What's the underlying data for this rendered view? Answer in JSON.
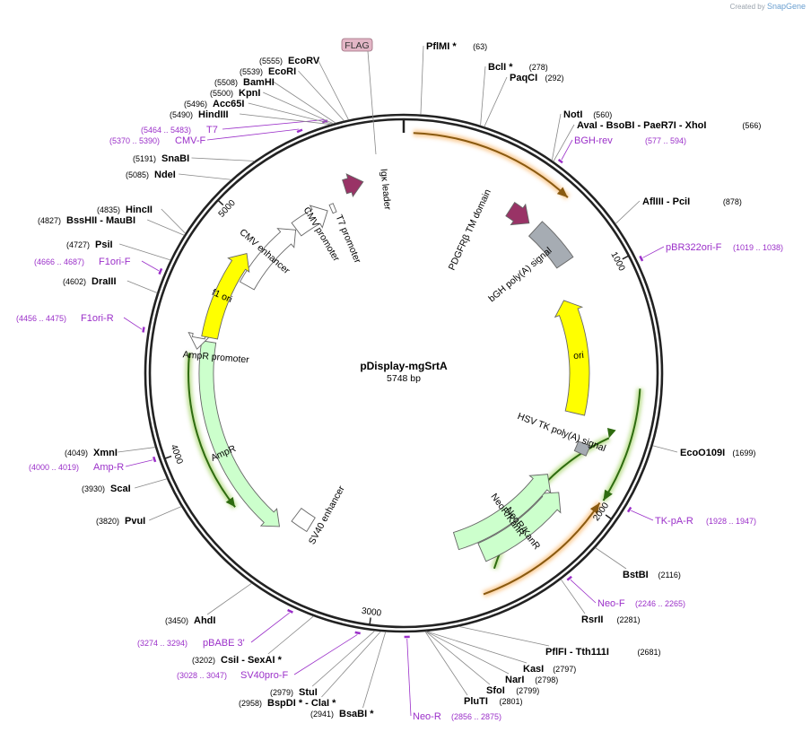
{
  "credit": {
    "created_by": "Created by",
    "brand": "SnapGene"
  },
  "plasmid": {
    "name": "pDisplay-mgSrtA",
    "size": "5748 bp"
  },
  "ticks": [
    "1000",
    "2000",
    "3000",
    "4000",
    "5000"
  ],
  "flag_label": "FLAG",
  "enzymes": [
    {
      "pos": 63,
      "name": "PflMI *",
      "num": "(63)"
    },
    {
      "pos": 278,
      "name": "BclI *",
      "num": "(278)"
    },
    {
      "pos": 292,
      "name": "PaqCI",
      "num": "(292)"
    },
    {
      "pos": 560,
      "name": "NotI",
      "num": "(560)"
    },
    {
      "pos": 566,
      "name": "AvaI - BsoBI - PaeR7I - XhoI",
      "num": "(566)"
    },
    {
      "pos": 878,
      "name": "AflIII - PciI",
      "num": "(878)"
    },
    {
      "pos": 1699,
      "name": "EcoO109I",
      "num": "(1699)"
    },
    {
      "pos": 2116,
      "name": "BstBI",
      "num": "(2116)"
    },
    {
      "pos": 2281,
      "name": "RsrII",
      "num": "(2281)"
    },
    {
      "pos": 2681,
      "name": "PflFI - Tth111I",
      "num": "(2681)"
    },
    {
      "pos": 2797,
      "name": "KasI",
      "num": "(2797)"
    },
    {
      "pos": 2798,
      "name": "NarI",
      "num": "(2798)"
    },
    {
      "pos": 2799,
      "name": "SfoI",
      "num": "(2799)"
    },
    {
      "pos": 2801,
      "name": "PluTI",
      "num": "(2801)"
    },
    {
      "pos": 2941,
      "name": "BsaBI *",
      "num": "(2941)"
    },
    {
      "pos": 2958,
      "name": "BspDI * - ClaI *",
      "num": "(2958)"
    },
    {
      "pos": 2979,
      "name": "StuI",
      "num": "(2979)"
    },
    {
      "pos": 3202,
      "name": "CsiI - SexAI *",
      "num": "(3202)"
    },
    {
      "pos": 3450,
      "name": "AhdI",
      "num": "(3450)"
    },
    {
      "pos": 3820,
      "name": "PvuI",
      "num": "(3820)"
    },
    {
      "pos": 3930,
      "name": "ScaI",
      "num": "(3930)"
    },
    {
      "pos": 4049,
      "name": "XmnI",
      "num": "(4049)"
    },
    {
      "pos": 4602,
      "name": "DraIII",
      "num": "(4602)"
    },
    {
      "pos": 4727,
      "name": "PsiI",
      "num": "(4727)"
    },
    {
      "pos": 4827,
      "name": "BssHII - MauBI",
      "num": "(4827)"
    },
    {
      "pos": 4835,
      "name": "HincII",
      "num": "(4835)"
    },
    {
      "pos": 5085,
      "name": "NdeI",
      "num": "(5085)"
    },
    {
      "pos": 5191,
      "name": "SnaBI",
      "num": "(5191)"
    },
    {
      "pos": 5490,
      "name": "HindIII",
      "num": "(5490)"
    },
    {
      "pos": 5496,
      "name": "Acc65I",
      "num": "(5496)"
    },
    {
      "pos": 5500,
      "name": "KpnI",
      "num": "(5500)"
    },
    {
      "pos": 5508,
      "name": "BamHI",
      "num": "(5508)"
    },
    {
      "pos": 5539,
      "name": "EcoRI",
      "num": "(5539)"
    },
    {
      "pos": 5555,
      "name": "EcoRV",
      "num": "(5555)"
    }
  ],
  "primers": [
    {
      "start": 577,
      "end": 594,
      "name": "BGH-rev",
      "range": "(577 .. 594)"
    },
    {
      "start": 1019,
      "end": 1038,
      "name": "pBR322ori-F",
      "range": "(1019 .. 1038)"
    },
    {
      "start": 1928,
      "end": 1947,
      "name": "TK-pA-R",
      "range": "(1928 .. 1947)"
    },
    {
      "start": 2246,
      "end": 2265,
      "name": "Neo-F",
      "range": "(2246 .. 2265)"
    },
    {
      "start": 2856,
      "end": 2875,
      "name": "Neo-R",
      "range": "(2856 .. 2875)"
    },
    {
      "start": 3028,
      "end": 3047,
      "name": "SV40pro-F",
      "range": "(3028 .. 3047)"
    },
    {
      "start": 3274,
      "end": 3294,
      "name": "pBABE 3'",
      "range": "(3274 .. 3294)"
    },
    {
      "start": 4000,
      "end": 4019,
      "name": "Amp-R",
      "range": "(4000 .. 4019)"
    },
    {
      "start": 4456,
      "end": 4475,
      "name": "F1ori-R",
      "range": "(4456 .. 4475)"
    },
    {
      "start": 4666,
      "end": 4687,
      "name": "F1ori-F",
      "range": "(4666 .. 4687)"
    },
    {
      "start": 5370,
      "end": 5390,
      "name": "CMV-F",
      "range": "(5370 .. 5390)"
    },
    {
      "start": 5464,
      "end": 5483,
      "name": "T7",
      "range": "(5464 .. 5483)"
    }
  ],
  "features": [
    {
      "name": "CMV enhancer",
      "color": "#ffffff"
    },
    {
      "name": "CMV promoter",
      "color": "#ffffff"
    },
    {
      "name": "T7 promoter",
      "color": "#ffffff"
    },
    {
      "name": "Igκ leader",
      "color": "#993366"
    },
    {
      "name": "PDGFRβ TM domain",
      "color": "#993366"
    },
    {
      "name": "bGH poly(A) signal",
      "color": "#a6acb3"
    },
    {
      "name": "ori",
      "color": "#ffff00"
    },
    {
      "name": "HSV TK poly(A) signal",
      "color": "#a6acb3"
    },
    {
      "name": "NeoR/KanR",
      "color": "#ccffcc"
    },
    {
      "name": "SV40 enhancer",
      "color": "#ffffff"
    },
    {
      "name": "AmpR",
      "color": "#ccffcc"
    },
    {
      "name": "AmpR promoter",
      "color": "#ffffff"
    },
    {
      "name": "f1 ori",
      "color": "#ffff00"
    }
  ],
  "colors": {
    "enzyme": "#000000",
    "primer": "#9b30c9",
    "orf_highlight": "#8dc63f",
    "orf_orange": "#f7a441",
    "backbone": "#222222"
  }
}
